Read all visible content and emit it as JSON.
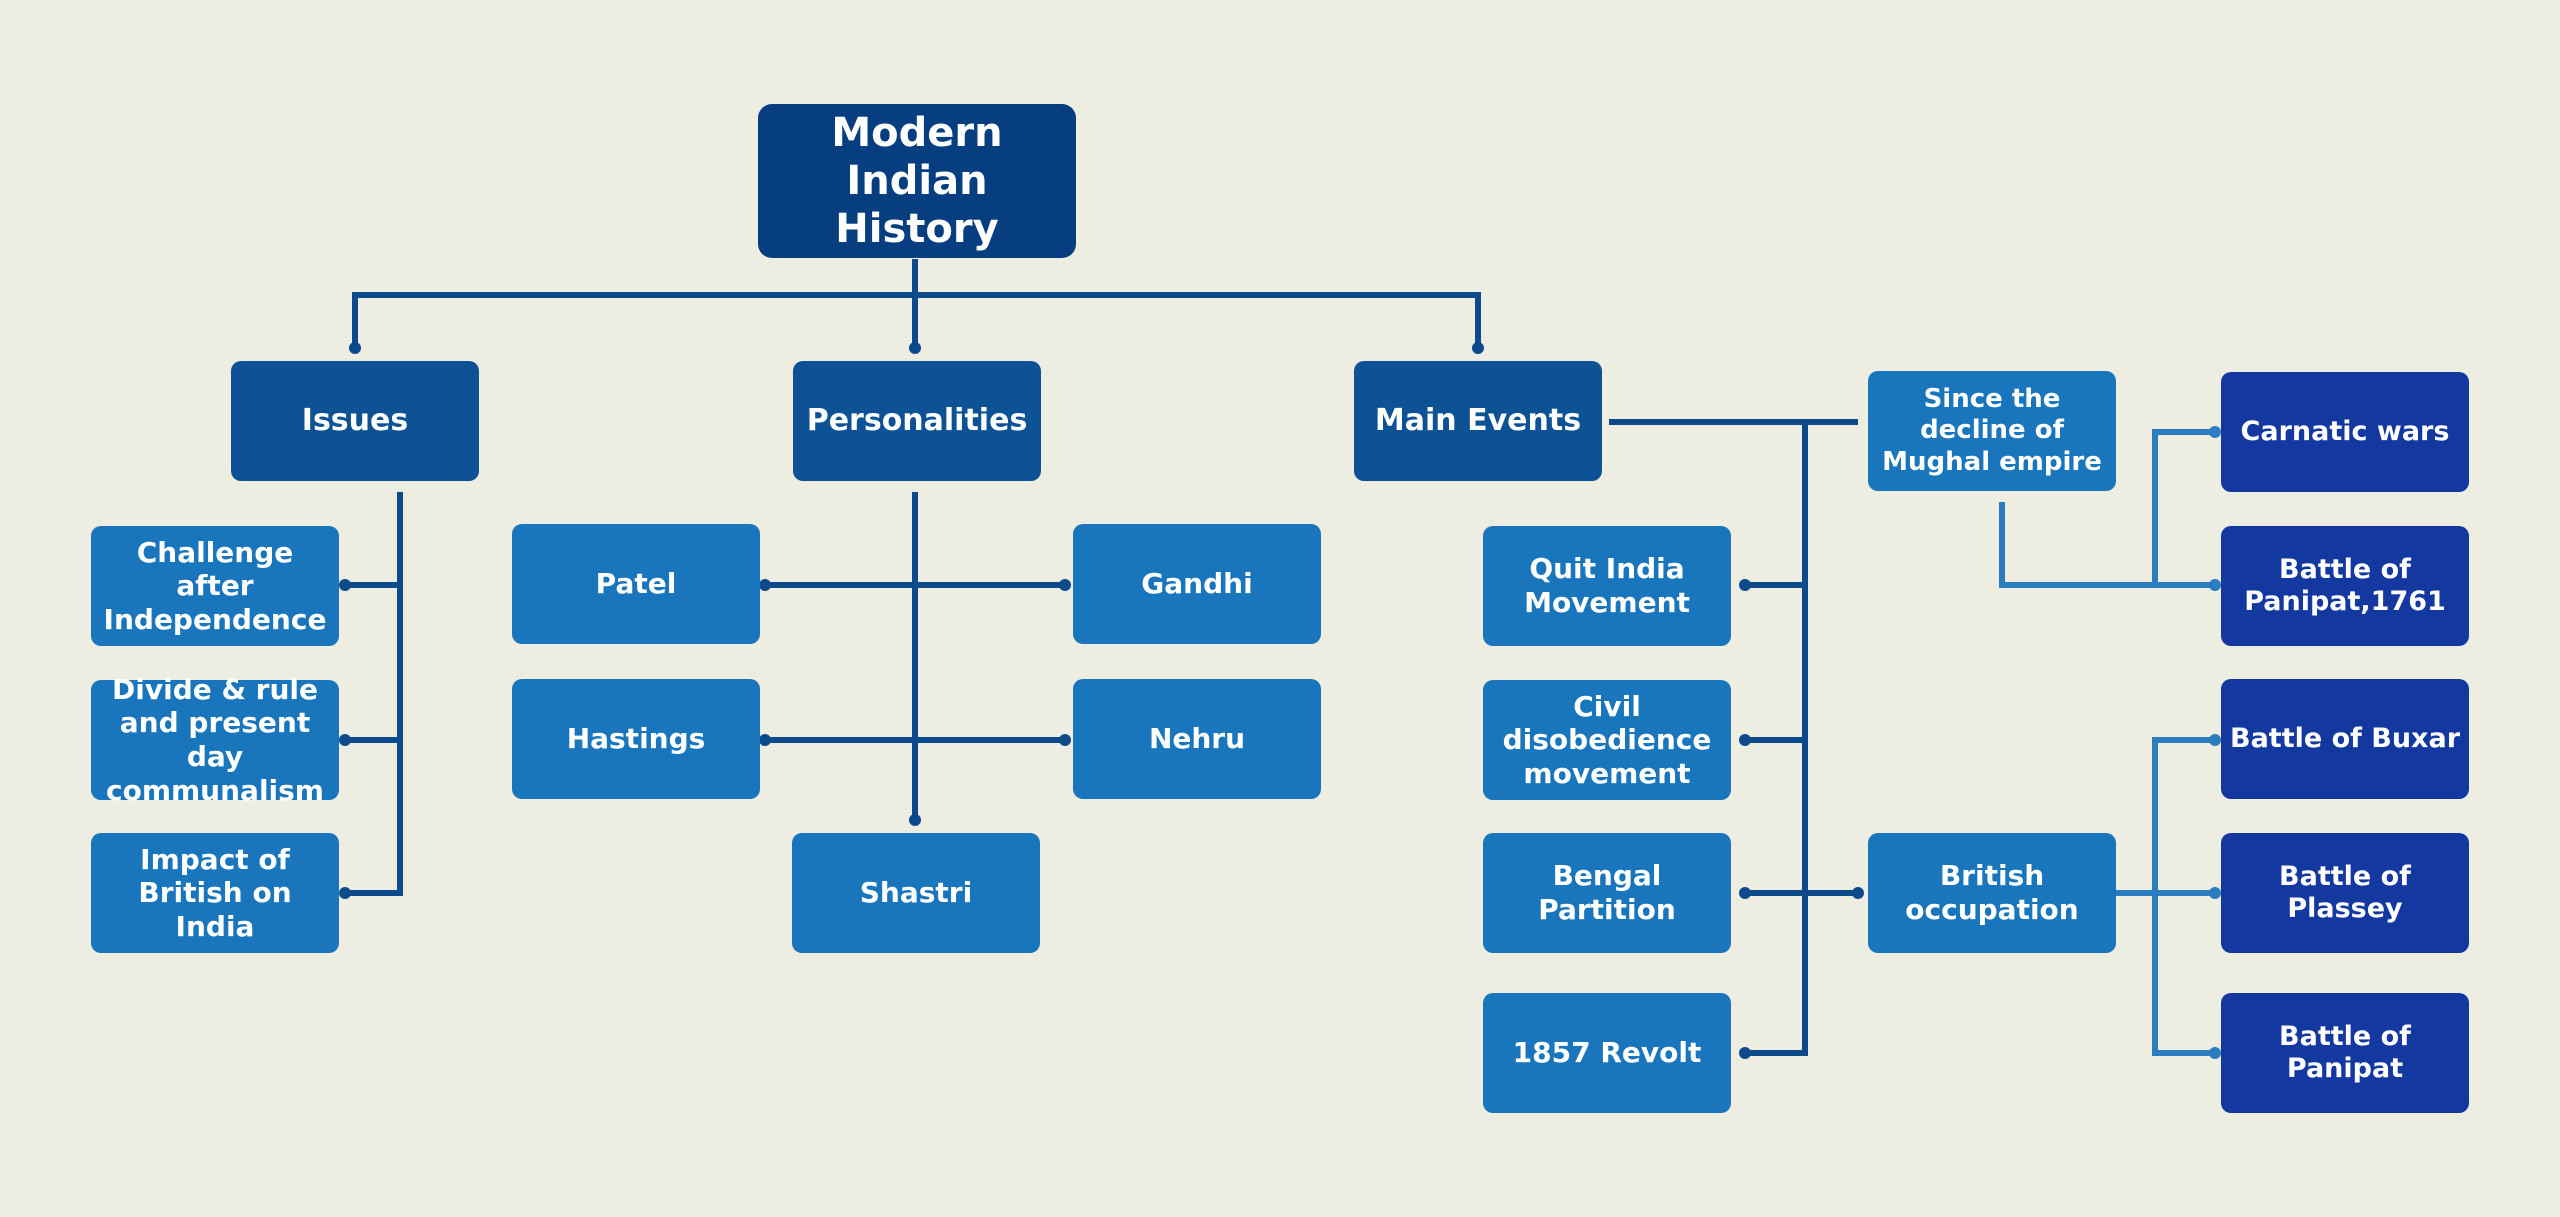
{
  "root": {
    "label": "Modern Indian History"
  },
  "issues": {
    "label": "Issues",
    "items": [
      "Challenge after Independence",
      "Divide & rule and present day communalism",
      "Impact of British on India"
    ]
  },
  "personalities": {
    "label": "Personalities",
    "items": [
      "Patel",
      "Gandhi",
      "Hastings",
      "Nehru",
      "Shastri"
    ]
  },
  "main_events": {
    "label": "Main Events",
    "items": [
      "Quit India Movement",
      "Civil disobedience movement",
      "Bengal Partition",
      "1857 Revolt"
    ],
    "mughal": {
      "label": "Since the decline of Mughal empire",
      "items": [
        "Carnatic wars",
        "Battle of Panipat,1761"
      ]
    },
    "british": {
      "label": "British occupation",
      "items": [
        "Battle of Buxar",
        "Battle of Plassey",
        "Battle of Panipat"
      ]
    }
  },
  "colors": {
    "background": "#edede2",
    "root": "#063e7f",
    "level1": "#0d5295",
    "level2": "#1a76bc",
    "level3": "#1338a0",
    "connector_dark": "#0d4a8c",
    "connector_light": "#2a7ec0"
  }
}
